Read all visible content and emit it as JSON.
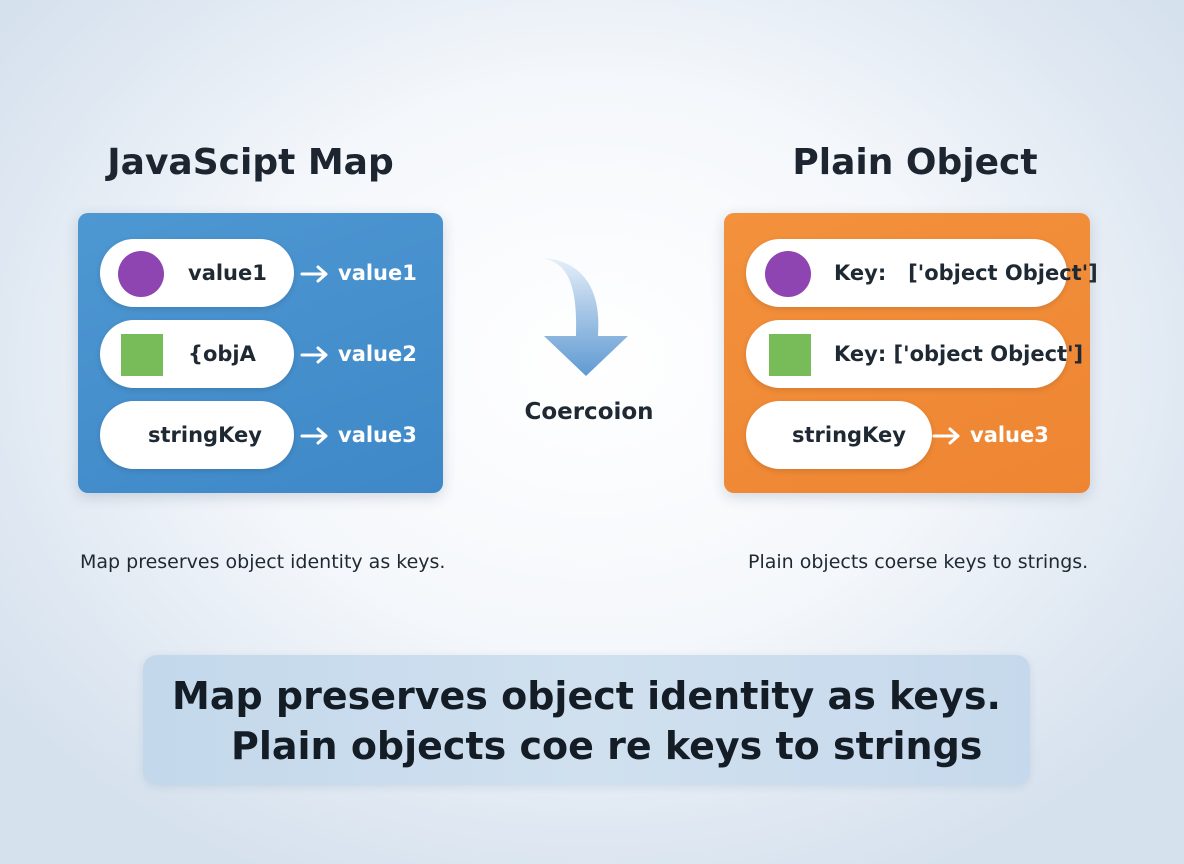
{
  "map": {
    "title": "JavaScipt Map",
    "rows": [
      {
        "swatch": "circle",
        "key": "value1",
        "value": "value1"
      },
      {
        "swatch": "square",
        "key": "{objA",
        "value": "value2"
      },
      {
        "swatch": "none",
        "key": "stringKey",
        "value": "value3"
      }
    ],
    "caption": "Map preserves object identity as keys.",
    "color": "#4590cd"
  },
  "object": {
    "title": "Plain Object",
    "rows": [
      {
        "swatch": "circle",
        "key": "Key:   ['object Object']"
      },
      {
        "swatch": "square",
        "key": "Key: ['object Object']"
      },
      {
        "swatch": "none",
        "key": "stringKey",
        "value": "value3"
      }
    ],
    "caption": "Plain objects coerse keys to strings.",
    "color": "#f08a36"
  },
  "coercion": {
    "label": "Coercoion",
    "icon": "curved-down-arrow-icon"
  },
  "summary": {
    "line1": "Map preserves object identity as keys.",
    "line2": "Plain objects coe re keys to strings"
  },
  "colors": {
    "purple_swatch": "#8e44b1",
    "green_swatch": "#78bc5a",
    "summary_bg": "#c8dbed"
  }
}
